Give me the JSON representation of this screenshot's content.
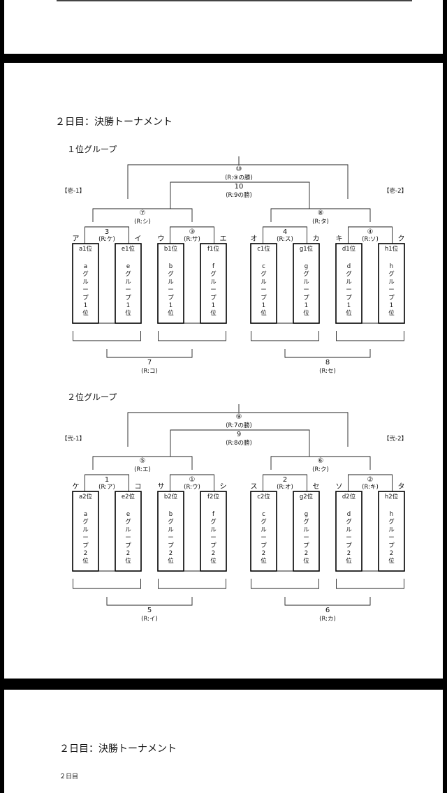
{
  "heading": "２日目：決勝トーナメント",
  "bottom_small": "２日目",
  "groups": [
    {
      "title": "１位グループ",
      "final_a": "⑩",
      "final_a_sub": "(R:⑨の勝)",
      "final_b": "10",
      "final_b_sub": "(R:9の勝)",
      "side_left": "【壱-1】",
      "side_right": "【壱-2】",
      "semi_left": "⑦",
      "semi_left_sub": "(R:シ)",
      "semi_right": "⑧",
      "semi_right_sub": "(R:タ)",
      "lower_left": "7",
      "lower_left_sub": "(R:コ)",
      "lower_right": "8",
      "lower_right_sub": "(R:セ)",
      "pairs": [
        {
          "num": "3",
          "ref": "(R:ケ)",
          "left": "ア",
          "right": "イ",
          "box_left": {
            "label": "a1位",
            "vertical": "aグループ1位"
          },
          "box_right": {
            "label": "e1位",
            "vertical": "eグループ1位"
          }
        },
        {
          "num": "③",
          "ref": "(R:サ)",
          "left": "ウ",
          "right": "エ",
          "box_left": {
            "label": "b1位",
            "vertical": "bグループ1位"
          },
          "box_right": {
            "label": "f1位",
            "vertical": "fグループ1位"
          }
        },
        {
          "num": "4",
          "ref": "(R:ス)",
          "left": "オ",
          "right": "カ",
          "box_left": {
            "label": "c1位",
            "vertical": "cグループ1位"
          },
          "box_right": {
            "label": "g1位",
            "vertical": "gグループ1位"
          }
        },
        {
          "num": "④",
          "ref": "(R:ソ)",
          "left": "キ",
          "right": "ク",
          "box_left": {
            "label": "d1位",
            "vertical": "dグループ1位"
          },
          "box_right": {
            "label": "h1位",
            "vertical": "hグループ1位"
          }
        }
      ]
    },
    {
      "title": "２位グループ",
      "final_a": "⑨",
      "final_a_sub": "(R:7の勝)",
      "final_b": "9",
      "final_b_sub": "(R:8の勝)",
      "side_left": "【弐-1】",
      "side_right": "【弐-2】",
      "semi_left": "⑤",
      "semi_left_sub": "(R:エ)",
      "semi_right": "⑥",
      "semi_right_sub": "(R:ク)",
      "lower_left": "5",
      "lower_left_sub": "(R:イ)",
      "lower_right": "6",
      "lower_right_sub": "(R:カ)",
      "pairs": [
        {
          "num": "1",
          "ref": "(R:ア)",
          "left": "ケ",
          "right": "コ",
          "box_left": {
            "label": "a2位",
            "vertical": "aグループ2位"
          },
          "box_right": {
            "label": "e2位",
            "vertical": "eグループ2位"
          }
        },
        {
          "num": "①",
          "ref": "(R:ウ)",
          "left": "サ",
          "right": "シ",
          "box_left": {
            "label": "b2位",
            "vertical": "bグループ2位"
          },
          "box_right": {
            "label": "f2位",
            "vertical": "fグループ2位"
          }
        },
        {
          "num": "2",
          "ref": "(R:オ)",
          "left": "ス",
          "right": "セ",
          "box_left": {
            "label": "c2位",
            "vertical": "cグループ2位"
          },
          "box_right": {
            "label": "g2位",
            "vertical": "gグループ2位"
          }
        },
        {
          "num": "②",
          "ref": "(R:キ)",
          "left": "ソ",
          "right": "タ",
          "box_left": {
            "label": "d2位",
            "vertical": "dグループ2位"
          },
          "box_right": {
            "label": "h2位",
            "vertical": "hグループ2位"
          }
        }
      ]
    }
  ]
}
